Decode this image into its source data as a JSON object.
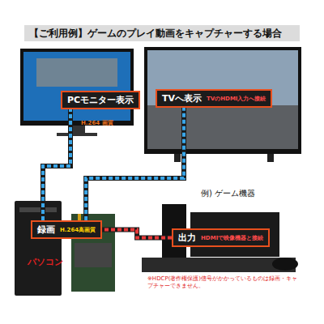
{
  "diagram": {
    "title": "【ご利用例】ゲームのプレイ動画をキャプチャーする場合",
    "nodes": [
      {
        "text": [
          "PCモニター表示"
        ]
      },
      {
        "text": [
          "TVへ表示",
          "TVのHDMI入力へ接続"
        ]
      },
      {
        "text": [
          "録画",
          "H.264高画質"
        ]
      },
      {
        "text": [
          "出力",
          "HDMIで映像機器と接続"
        ]
      }
    ],
    "edges": [
      {
        "from": 2,
        "to": 0,
        "arrow": "none"
      },
      {
        "from": 2,
        "to": 1,
        "arrow": "none"
      },
      {
        "from": 3,
        "to": 2,
        "arrow": "none"
      }
    ],
    "labels": [
      "H.264 画質",
      "パソコン",
      "例) ゲーム機器",
      "※HDCP(著作権保護)信号がかかっているものは録画・キャプチャーできません。"
    ]
  }
}
